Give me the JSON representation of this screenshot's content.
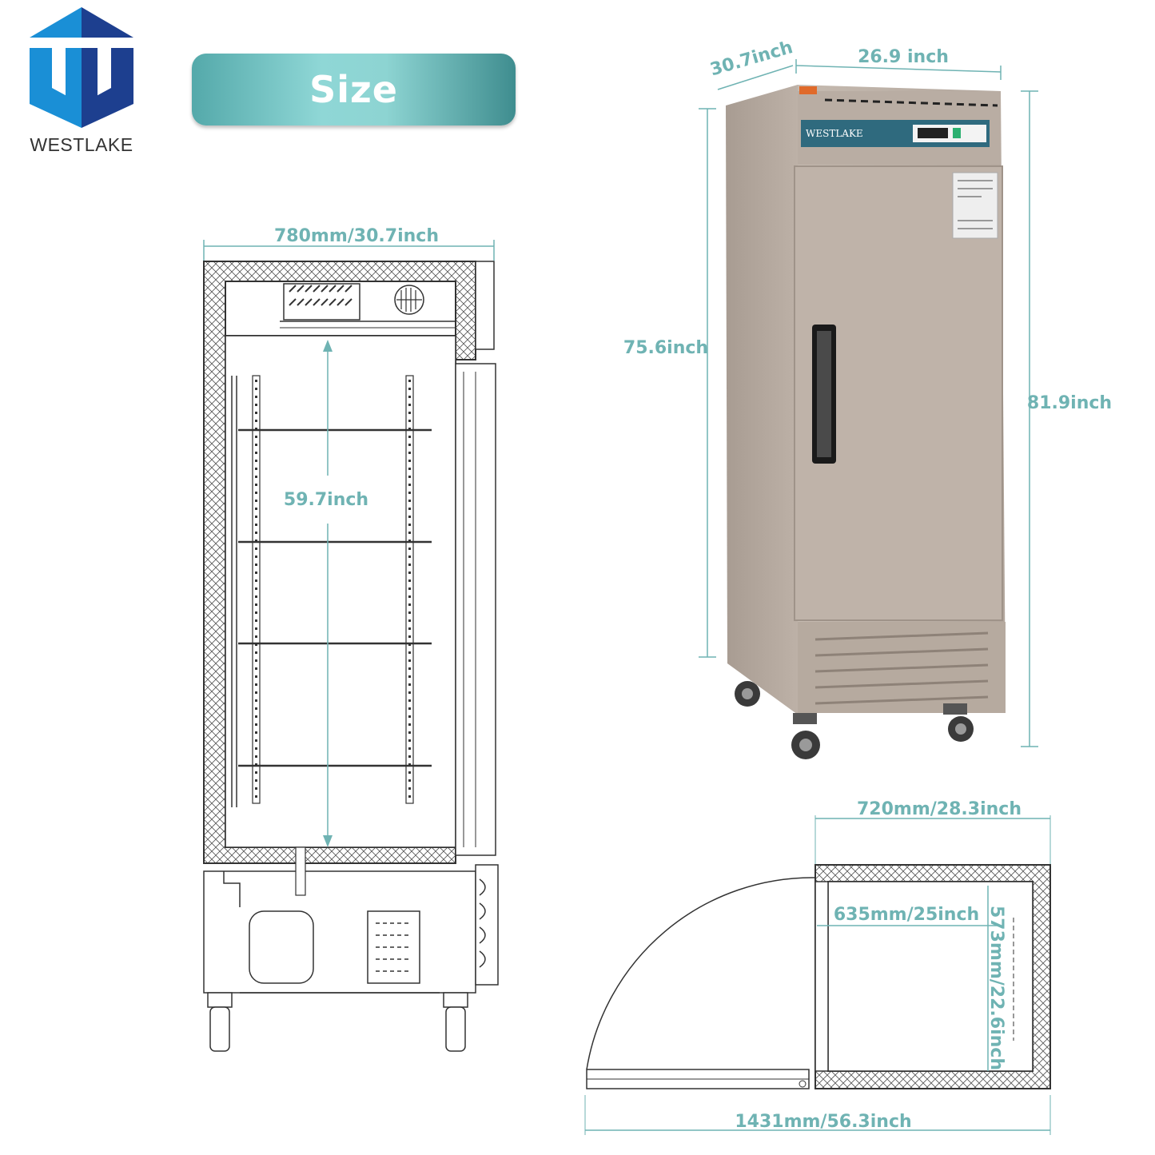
{
  "brand": {
    "name": "WESTLAKE"
  },
  "banner": {
    "title": "Size"
  },
  "front_section": {
    "width_label": "780mm/30.7inch",
    "inner_height_label": "59.7inch"
  },
  "photo_section": {
    "depth_label": "30.7inch",
    "width_label": "26.9 inch",
    "body_height_label": "75.6inch",
    "total_height_label": "81.9inch",
    "panel_brand": "WESTLAKE"
  },
  "top_view": {
    "outer_width_label": "720mm/28.3inch",
    "inner_width_label": "635mm/25inch",
    "inner_depth_label": "573mm/22.6inch",
    "door_swing_label": "1431mm/56.3inch"
  },
  "colors": {
    "dimension": "#6fb3b3",
    "logo_light": "#1a8fd6",
    "logo_dark": "#1d3f8f",
    "steel": "#b8aca2"
  }
}
